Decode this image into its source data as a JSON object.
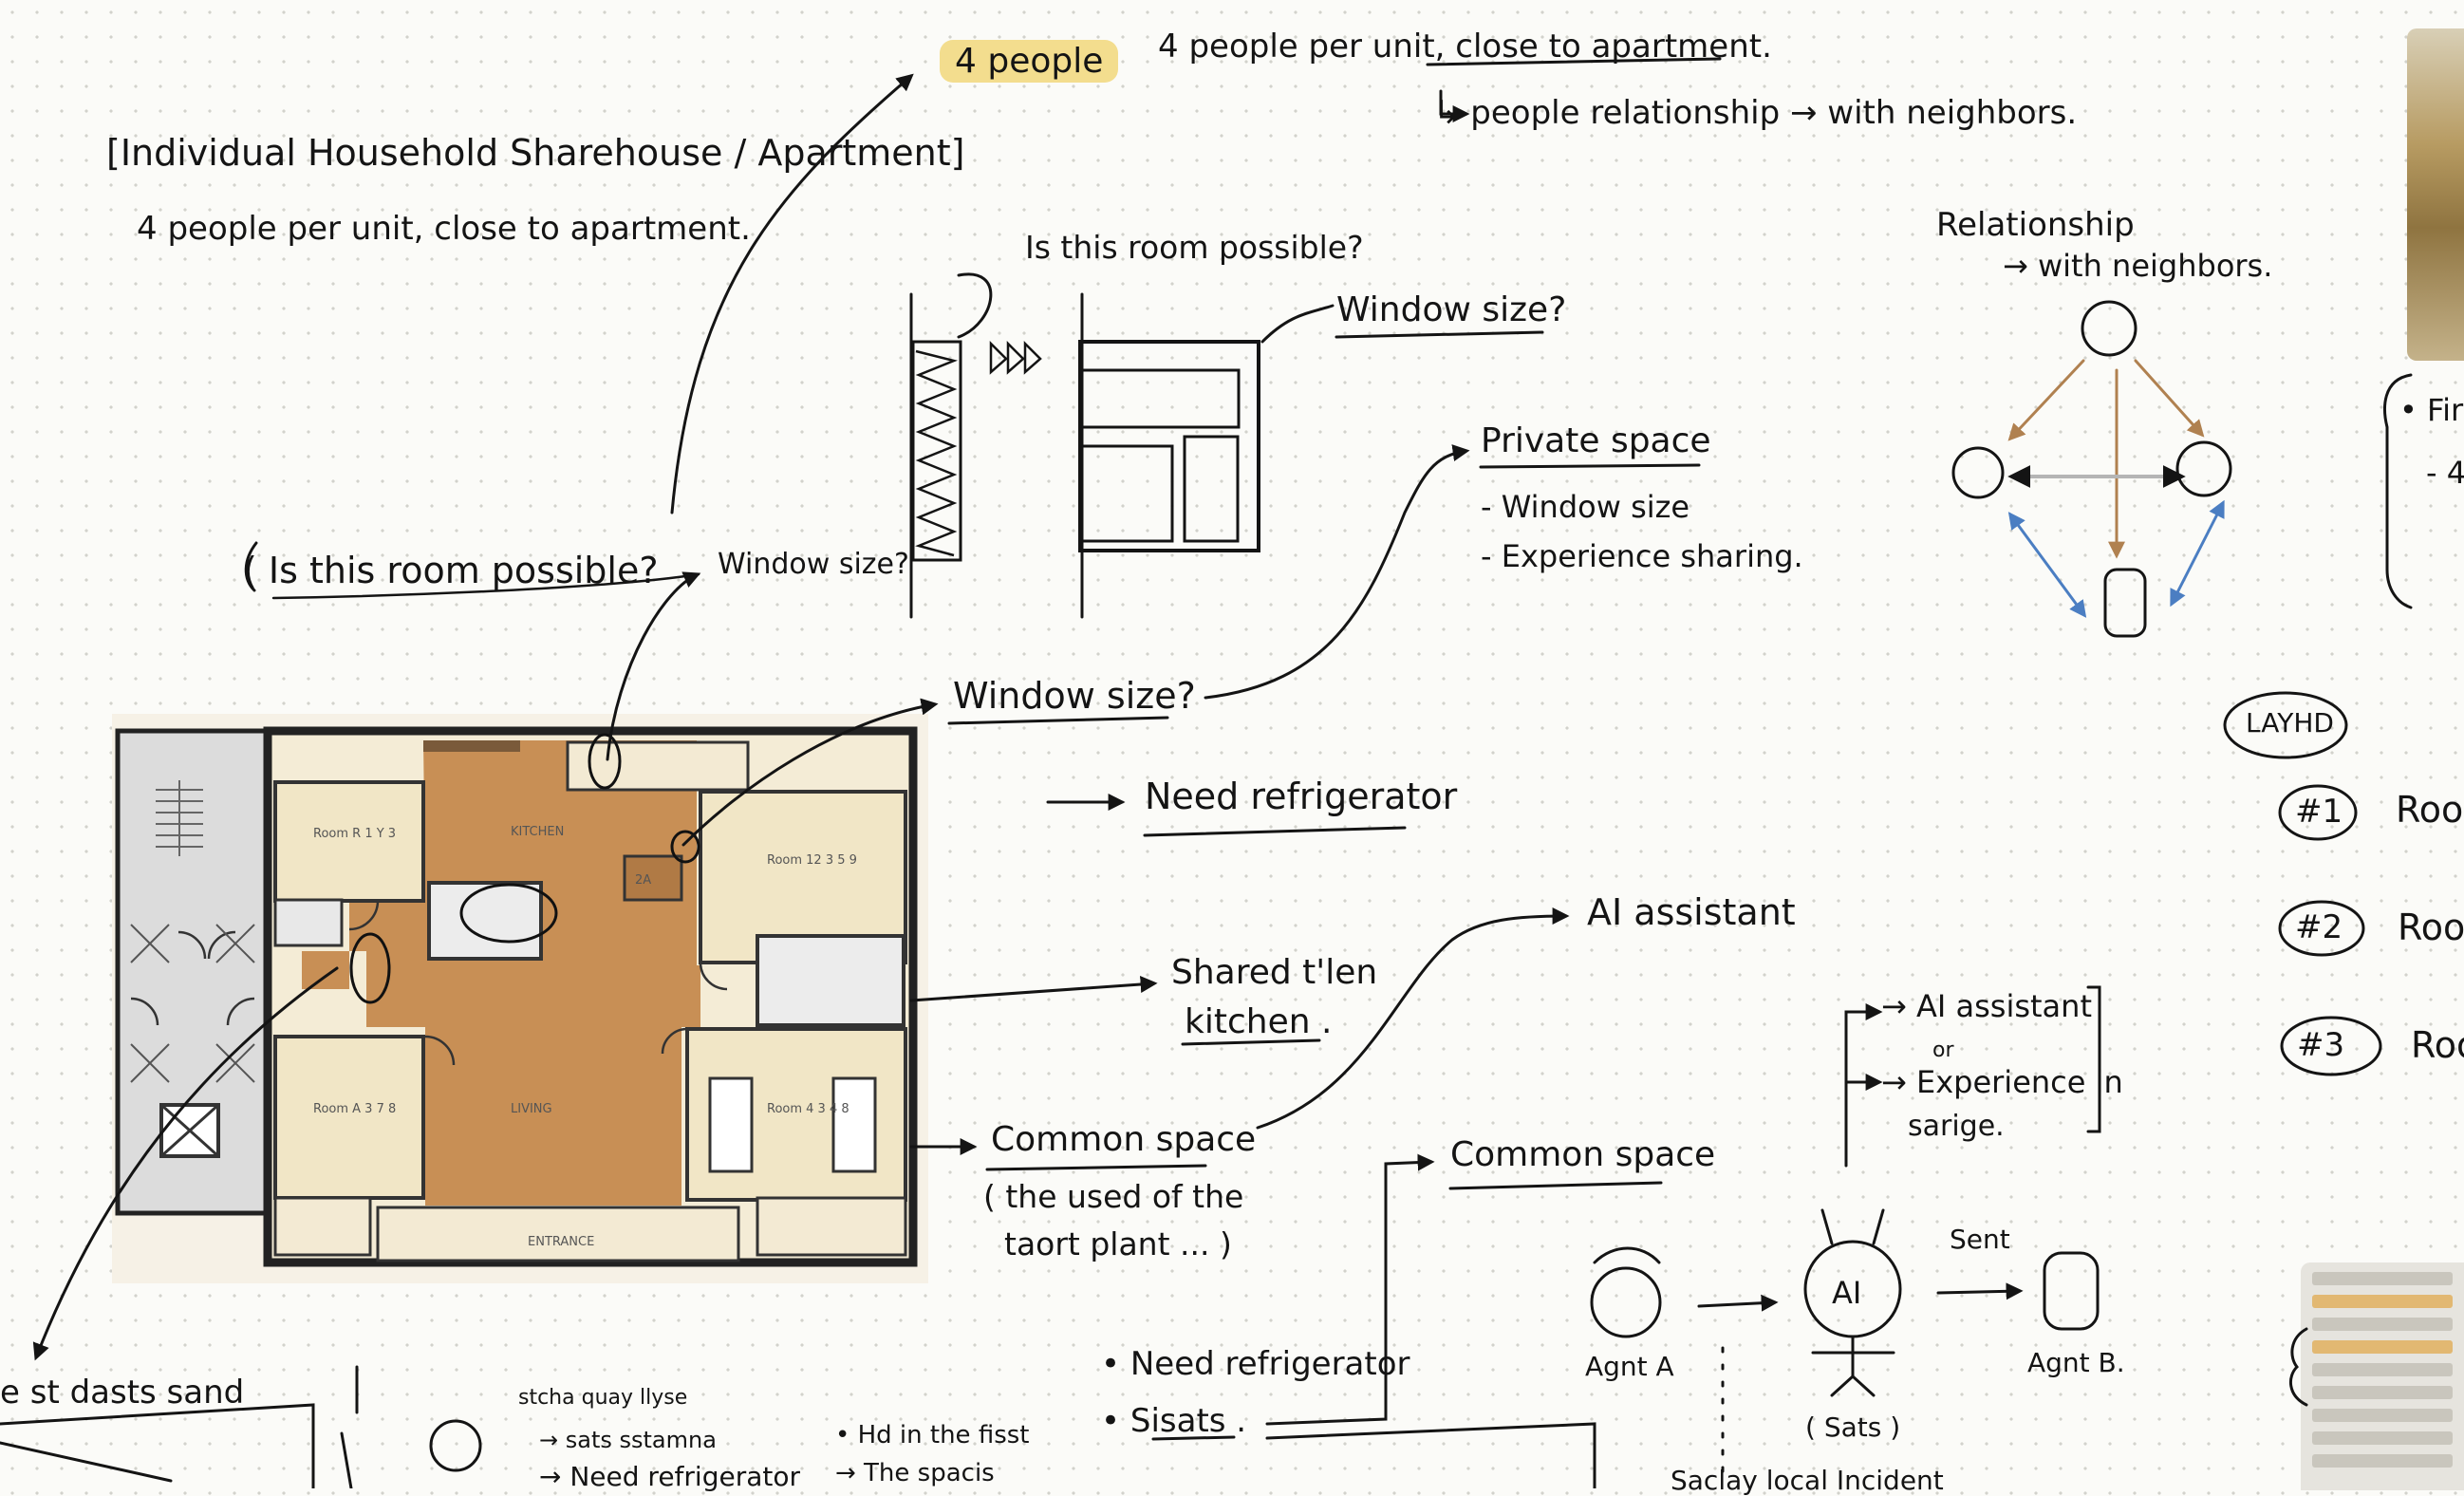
{
  "notes": {
    "title": "[Individual Household Sharehouse / Apartment]",
    "subtitle": "4 people per unit, close to apartment.",
    "four_people": "4 people",
    "top_note": "4 people per unit, close to apartment.",
    "people_relationship": "↳ people relationship → with neighbors.",
    "is_room_possible_top": "Is this room possible?",
    "window_size_top": "Window size?",
    "is_room_possible_left": "( Is this room possible?",
    "window_size_small": "Window size?",
    "private_space": "Private space",
    "private_items": [
      "- Window size",
      "- Experience sharing."
    ],
    "window_size_mid": "Window size?",
    "need_refrigerator": "Need refrigerator",
    "ai_assistant": "AI assistant",
    "shared_kitchen_1": "Shared t'len",
    "shared_kitchen_2": "kitchen .",
    "common_space": "Common space",
    "common_space_sub_1": "( the used of the",
    "common_space_sub_2": "taort plant ... )",
    "common_space_right": "Common space",
    "ai_option_1": "→ AI assistant",
    "ai_option_or": "or",
    "ai_option_2": "→ Experience in",
    "ai_option_3": "sarige.",
    "bullet_fridge": "• Need refrigerator",
    "bullet_sisats": "• Sisats .",
    "relationship_1": "Relationship",
    "relationship_2": "→ with neighbors.",
    "badge": "LAYHD",
    "room_numbers": [
      "#1",
      "#2",
      "#3"
    ],
    "room_labels": [
      "Room",
      "Room",
      "Roo"
    ],
    "right_bullets": [
      "• Fir",
      "- 4"
    ],
    "agent_a": "Agnt A",
    "agent_b": "Agnt B.",
    "ai_label": "AI",
    "sent": "Sent",
    "ai_caption": "( Sats )",
    "bottom_left": "e  st  dasts  sand",
    "bottom_mid_1": "stcha quay llyse",
    "bottom_mid_2": "→ sats  sstamna",
    "bottom_mid_3": "→ Need refrigerator",
    "bottom_mid_4": "• Hd in the fisst",
    "bottom_mid_5": "→ The spacis",
    "bottom_right": "Saclay   local Incident"
  },
  "floorplan": {
    "rooms": [
      "Room R 1 Y 3",
      "Room 12 3 5 9",
      "Room A 3 7 8",
      "Room 4 3 4 8"
    ],
    "living": "LIVING",
    "center": "2A",
    "kitchen_sign": "KITCHEN",
    "door_label": "ENTRANCE"
  },
  "colors": {
    "highlight": "#f3dd8e",
    "floor_wood": "#c88f55",
    "room_cream": "#f1e6c6",
    "wall": "#222222",
    "blue_arrow": "#4b7ec2",
    "brown_arrow": "#b08150"
  }
}
